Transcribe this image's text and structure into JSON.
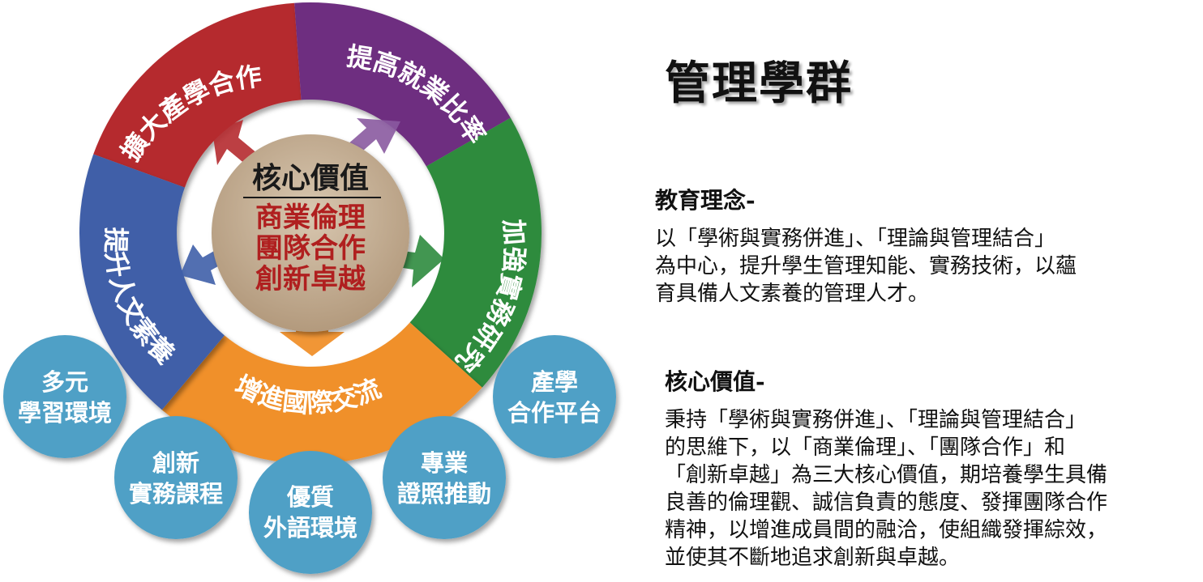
{
  "title": "管理學群",
  "diagram": {
    "core": {
      "title": "核心價值",
      "items": [
        "商業倫理",
        "團隊合作",
        "創新卓越"
      ]
    },
    "ring_segments": [
      {
        "label": "擴大產學合作",
        "color": "#b52a2f"
      },
      {
        "label": "提高就業比率",
        "color": "#6e2f80"
      },
      {
        "label": "加強實務研究",
        "color": "#2e8b3e"
      },
      {
        "label": "增進國際交流",
        "color": "#f0902b"
      },
      {
        "label": "提升人文素養",
        "color": "#3f5fa8"
      }
    ],
    "bubbles": [
      {
        "lines": [
          "多元",
          "學習環境"
        ]
      },
      {
        "lines": [
          "創新",
          "實務課程"
        ]
      },
      {
        "lines": [
          "優質",
          "外語環境"
        ]
      },
      {
        "lines": [
          "專業",
          "證照推動"
        ]
      },
      {
        "lines": [
          "產學",
          "合作平台"
        ]
      }
    ],
    "bubble_color": "#4fa0c6"
  },
  "education": {
    "heading": "教育理念-",
    "lines": [
      "以「學術與實務併進」、「理論與管理結合」",
      "為中心，提升學生管理知能、實務技術，以蘊",
      "育具備人文素養的管理人才。"
    ]
  },
  "core_values": {
    "heading": "核心價值-",
    "lines": [
      "秉持「學術與實務併進」、「理論與管理結合」",
      "的思維下，以「商業倫理」、「團隊合作」和",
      "「創新卓越」為三大核心價值，期培養學生具備",
      "良善的倫理觀、誠信負責的態度、發揮團隊合作",
      "精神，以增進成員間的融洽，使組織發揮綜效，",
      "並使其不斷地追求創新與卓越。"
    ]
  }
}
